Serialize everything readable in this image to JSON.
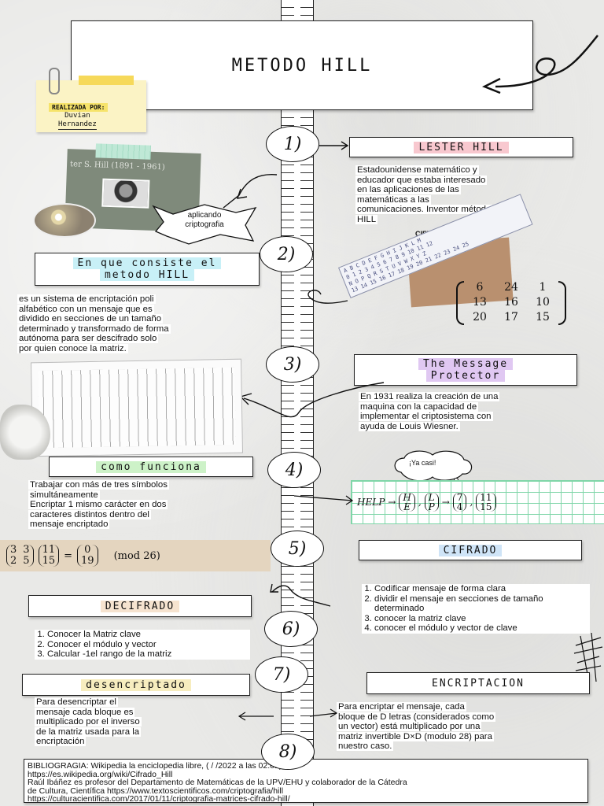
{
  "title": "METODO HILL",
  "author": {
    "label": "REALIZADA POR:",
    "name_line1": "Duvian",
    "name_line2": "Hernandez"
  },
  "photo_caption": "ter S. Hill (1891 - 1961)",
  "speech1": {
    "line1": "aplicando",
    "line2": "criptografia"
  },
  "steps": {
    "s1": {
      "number": "1)",
      "title": "LESTER HILL",
      "lines": [
        "Estadounidense matemático y",
        "educador que estaba interesado",
        "en las aplicaciones de las",
        "matemáticas a las",
        "comunicaciones.  Inventor método",
        "HILL"
      ]
    },
    "s2": {
      "number": "2)",
      "title_line1": "En que consiste el",
      "title_line2": "metodo HILL",
      "lines": [
        "es un sistema de encriptación poli",
        "alfabético con  un mensaje que es",
        "dividido en secciones de un tamaño",
        "determinado y transformado de forma",
        "autónoma para ser descifrado solo",
        "por quien conoce la matriz."
      ]
    },
    "s3": {
      "number": "3)",
      "title_line1": "The Message",
      "title_line2": "Protector",
      "lines": [
        "En 1931 realiza la creación de una",
        "maquina con la capacidad de",
        "implementar el criptosistema con",
        "ayuda de Louis Wiesner."
      ]
    },
    "s4": {
      "number": "4)",
      "title": "como funciona",
      "lines": [
        "Trabajar con más de tres símbolos",
        "simultáneamente",
        "Encriptar 1 mismo carácter en dos",
        "caracteres distintos dentro del",
        "mensaje encriptado"
      ]
    },
    "s5": {
      "number": "5)",
      "title": "CIFRADO",
      "items": [
        "Codificar mensaje de forma clara",
        "dividir el mensaje en secciones de tamaño determinado",
        "conocer la matriz clave",
        "conocer el módulo y vector de clave"
      ]
    },
    "s6": {
      "number": "6)",
      "title": "DECIFRADO",
      "items": [
        "Conocer la Matriz clave",
        "Conocer el módulo y vector",
        "Calcular -1el rango de la matriz"
      ]
    },
    "s7": {
      "number": "7)",
      "title_left": "desencriptado",
      "title_right": "ENCRIPTACION",
      "left_lines": [
        "Para desencriptar el",
        "mensaje cada bloque es",
        "multiplicado por el inverso",
        "de la matriz usada para la",
        "encriptación"
      ],
      "right_lines": [
        "Para encriptar el mensaje, cada",
        "bloque de D letras (considerados como",
        "un vector) está multiplicado por una",
        "matriz invertible D×D (modulo 28) para",
        "nuestro caso."
      ]
    },
    "s8": {
      "number": "8)"
    }
  },
  "cipher": {
    "label": "CIFRADO DE HILL",
    "strip_row1": "A B C D E F G H I J K L M",
    "strip_row2": "0 1 2 3 4 5 6 7 8 9 10 11 12",
    "strip_row3": "N O P Q R S T U V W X Y Z",
    "strip_row4": "13 14 15 16 17 18 19 20 21 22 23 24 25",
    "matrix": [
      [
        "6",
        "24",
        "1"
      ],
      [
        "13",
        "16",
        "10"
      ],
      [
        "20",
        "17",
        "15"
      ]
    ]
  },
  "help_example": {
    "bubble": "¡Ya casi!",
    "word": "HELP",
    "v1": [
      "H",
      "E"
    ],
    "v2": [
      "L",
      "P"
    ],
    "v3": [
      "7",
      "4"
    ],
    "v4": [
      "11",
      "15"
    ]
  },
  "mod_example": {
    "m": [
      [
        "3",
        "3"
      ],
      [
        "2",
        "5"
      ]
    ],
    "v": [
      "11",
      "15"
    ],
    "r": [
      "0",
      "19"
    ],
    "mod": "(mod 26)"
  },
  "bibliography": {
    "lines": [
      "BIBLIOGRAGIA:  Wikipedia la enciclopedia libre, (  /  /2022 a las 02:01),",
      "https://es.wikipedia.org/wiki/Cifrado_Hill",
      "Raúl Ibáñez es profesor del Departamento de Matemáticas de la UPV/EHU y colaborador de la Cátedra",
      "de Cultura, Científica https://www.textoscientificos.com/criptografia/hill",
      "https://culturacientifica.com/2017/01/11/criptografia-matrices-cifrado-hill/"
    ]
  }
}
